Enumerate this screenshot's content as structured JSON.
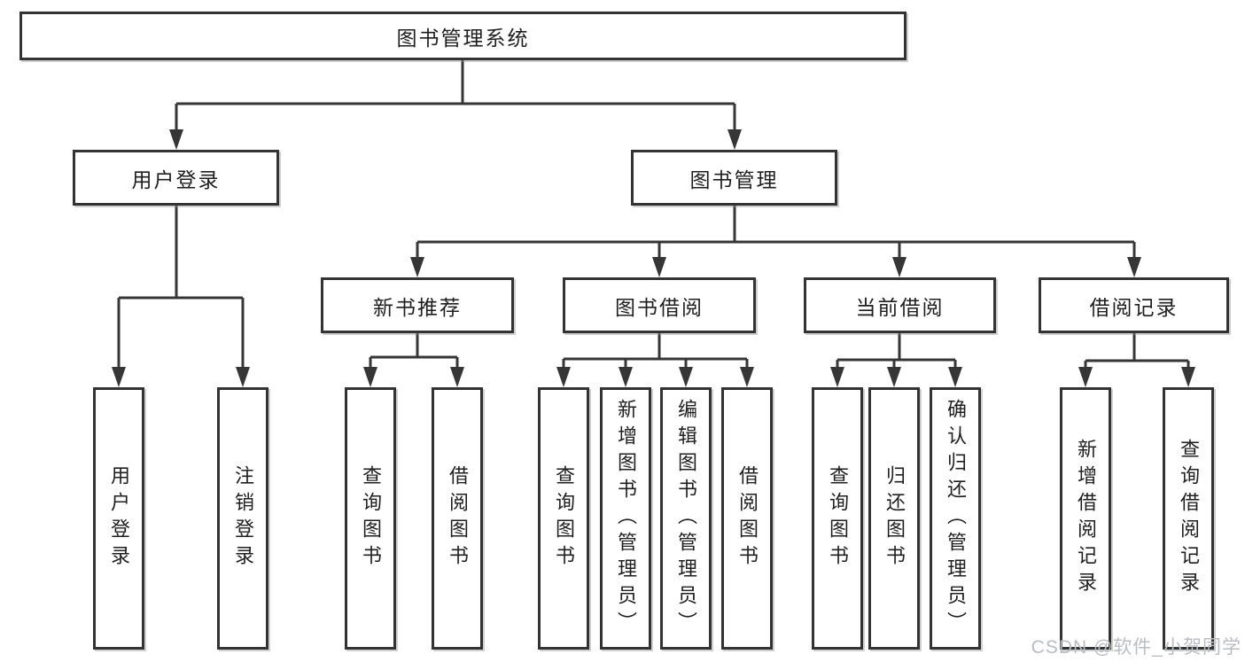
{
  "diagram": {
    "title": "图书管理系统",
    "branches": [
      {
        "label": "用户登录",
        "children": [
          "用户登录",
          "注销登录"
        ]
      },
      {
        "label": "图书管理",
        "sections": [
          {
            "label": "新书推荐",
            "children": [
              "查询图书",
              "借阅图书"
            ]
          },
          {
            "label": "图书借阅",
            "children": [
              "查询图书",
              "新增图书（管理员）",
              "编辑图书（管理员）",
              "借阅图书"
            ]
          },
          {
            "label": "当前借阅",
            "children": [
              "查询图书",
              "归还图书",
              "确认归还（管理员）"
            ]
          },
          {
            "label": "借阅记录",
            "children": [
              "新增借阅记录",
              "查询借阅记录"
            ]
          }
        ]
      }
    ]
  },
  "watermark": {
    "text": "CSDN @软件_小贺同学"
  },
  "colors": {
    "line": "#363636",
    "box_border": "#333333",
    "box_fill": "#ffffff",
    "text": "#1f1f1f",
    "background": "#ffffff",
    "watermark": "#b9bdc2"
  }
}
